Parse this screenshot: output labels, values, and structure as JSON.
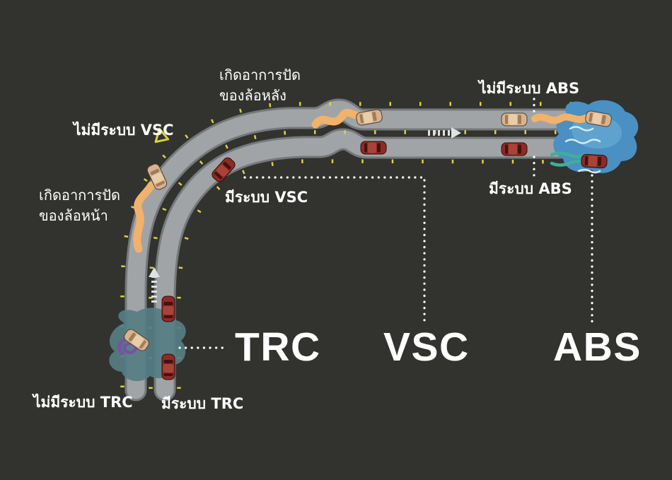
{
  "colors": {
    "bg": "#32322f",
    "road": "#a0a4a6",
    "road-edge": "#75797c",
    "marker": "#ddd23f",
    "skid-orange": "#f2b26b",
    "skid-purple": "#7b4fa3",
    "skid-teal": "#3fae9c",
    "puddle-blue": "#4a90c2",
    "puddle-blue-light": "#65a9d3",
    "puddle-teal": "#557e84",
    "car-tan": "#d9b38f",
    "car-red": "#8e2b24",
    "text": "#ffffff"
  },
  "annotations": {
    "rear_sway_line1": "เกิดอาการปัด",
    "rear_sway_line2": "ของล้อหลัง",
    "front_sway_line1": "เกิดอาการปัด",
    "front_sway_line2": "ของล้อหน้า",
    "no_vsc": "ไม่มีระบบ VSC",
    "has_vsc": "มีระบบ VSC",
    "no_abs": "ไม่มีระบบ ABS",
    "has_abs": "มีระบบ ABS",
    "no_trc": "ไม่มีระบบ TRC",
    "has_trc": "มีระบบ TRC"
  },
  "systems": {
    "trc": "TRC",
    "vsc": "VSC",
    "abs": "ABS"
  }
}
